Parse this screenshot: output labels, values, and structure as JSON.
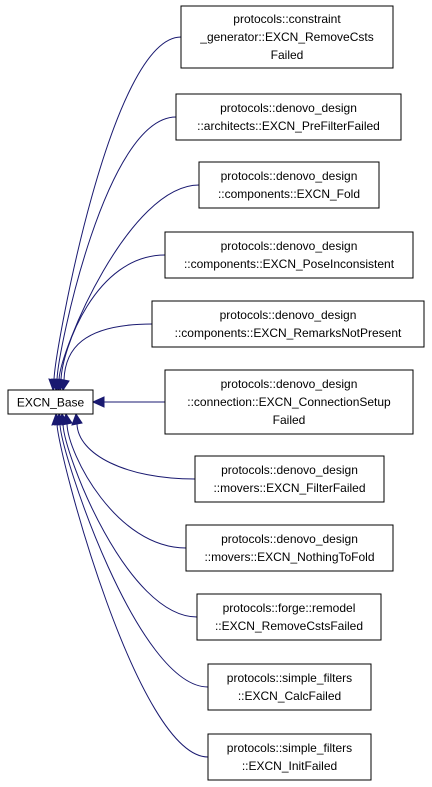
{
  "base": {
    "label": "EXCN_Base"
  },
  "colors": {
    "edge": "#191970",
    "node_border": "#000000",
    "background": "#ffffff"
  },
  "nodes": [
    {
      "id": "remove-csts-failed-cg",
      "lines": [
        "protocols::constraint",
        "_generator::EXCN_RemoveCsts",
        "Failed"
      ]
    },
    {
      "id": "pre-filter-failed",
      "lines": [
        "protocols::denovo_design",
        "::architects::EXCN_PreFilterFailed"
      ]
    },
    {
      "id": "fold",
      "lines": [
        "protocols::denovo_design",
        "::components::EXCN_Fold"
      ]
    },
    {
      "id": "pose-inconsistent",
      "lines": [
        "protocols::denovo_design",
        "::components::EXCN_PoseInconsistent"
      ]
    },
    {
      "id": "remarks-not-present",
      "lines": [
        "protocols::denovo_design",
        "::components::EXCN_RemarksNotPresent"
      ]
    },
    {
      "id": "connection-setup-failed",
      "lines": [
        "protocols::denovo_design",
        "::connection::EXCN_ConnectionSetup",
        "Failed"
      ]
    },
    {
      "id": "filter-failed",
      "lines": [
        "protocols::denovo_design",
        "::movers::EXCN_FilterFailed"
      ]
    },
    {
      "id": "nothing-to-fold",
      "lines": [
        "protocols::denovo_design",
        "::movers::EXCN_NothingToFold"
      ]
    },
    {
      "id": "remove-csts-failed-forge",
      "lines": [
        "protocols::forge::remodel",
        "::EXCN_RemoveCstsFailed"
      ]
    },
    {
      "id": "calc-failed",
      "lines": [
        "protocols::simple_filters",
        "::EXCN_CalcFailed"
      ]
    },
    {
      "id": "init-failed",
      "lines": [
        "protocols::simple_filters",
        "::EXCN_InitFailed"
      ]
    }
  ]
}
